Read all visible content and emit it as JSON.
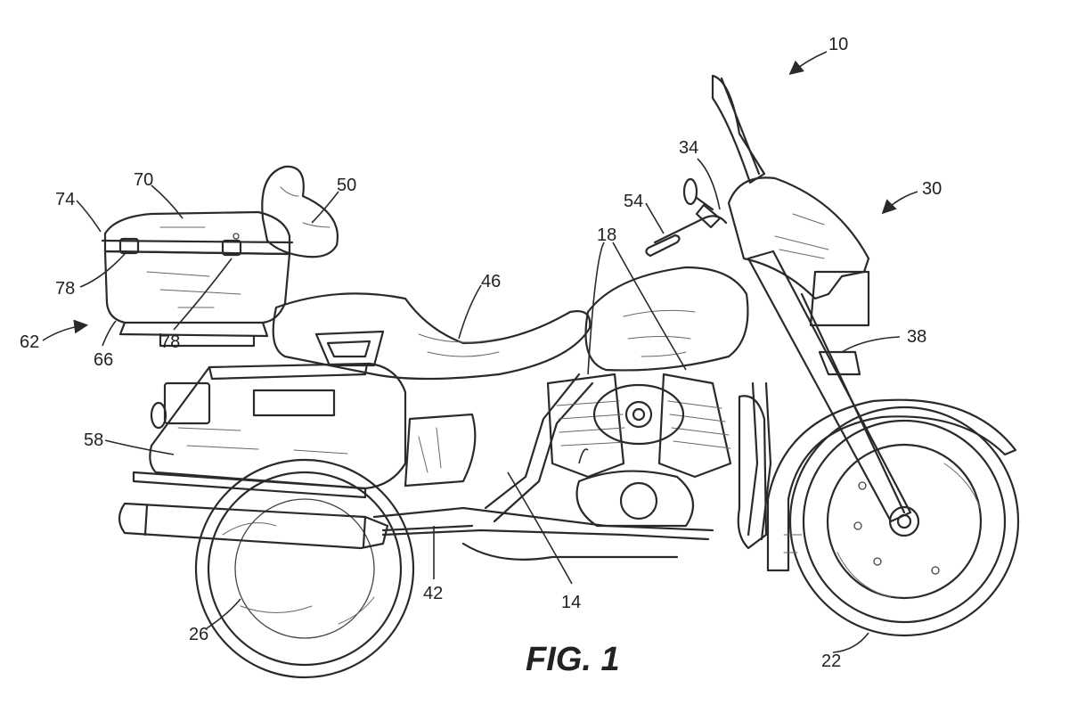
{
  "figure": {
    "caption": "FIG. 1",
    "reference_numerals": {
      "motorcycle": "10",
      "engine": "14",
      "cylinder_heads": "18",
      "front_wheel": "22",
      "rear_wheel": "26",
      "fairing": "30",
      "handlebar": "34",
      "front_fork": "38",
      "frame": "42",
      "seat": "46",
      "backrest": "50",
      "grip": "54",
      "saddlebag": "58",
      "trunk_assembly": "62",
      "trunk_base": "66",
      "trunk_lid": "70",
      "hinge": "74",
      "latch_left": "78",
      "latch_right": "78"
    }
  }
}
